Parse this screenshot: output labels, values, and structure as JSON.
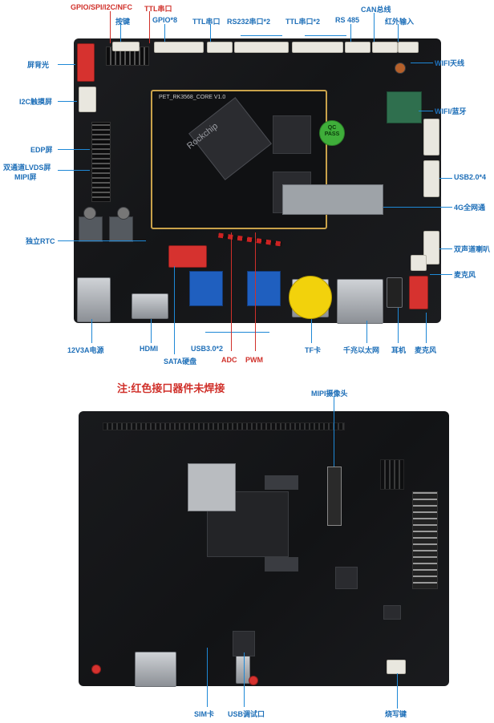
{
  "top_labels_red": {
    "gpio_spi": "GPIO/SPI/I2C/NFC",
    "ttl_top": "TTL串口",
    "adc": "ADC",
    "pwm": "PWM"
  },
  "top_labels": {
    "button": "按键",
    "gpio8": "GPIO*8",
    "ttl": "TTL串口",
    "rs232": "RS232串口*2",
    "ttl2": "TTL串口*2",
    "rs485": "RS 485",
    "can": "CAN总线",
    "ir": "红外输入",
    "backlight": "屏背光",
    "wifi_antenna": "WIFI天线",
    "i2c_touch": "I2C触摸屏",
    "wifi_bt": "WIFI/蓝牙",
    "edp": "EDP屏",
    "lvds": "双通道LVDS屏",
    "mipi_screen": "MIPI屏",
    "usb2": "USB2.0*4",
    "lte": "4G全网通",
    "rtc": "独立RTC",
    "speaker": "双声道喇叭",
    "mic_top": "麦克风",
    "power": "12V3A电源",
    "hdmi": "HDMI",
    "sata": "SATA硬盘",
    "usb3": "USB3.0*2",
    "tf": "TF卡",
    "ethernet": "千兆以太网",
    "earphone": "耳机",
    "mic": "麦克风"
  },
  "board_text": {
    "core_module": "PET_RK3568_CORE V1.0",
    "soc": "Rockchip",
    "qc": "QC PASS"
  },
  "note": "注:红色接口器件未焊接",
  "bottom_labels": {
    "mipi_camera": "MIPI摄像头",
    "sim": "SIM卡",
    "usb_debug": "USB调试口",
    "burn_key": "烧写键"
  },
  "colors": {
    "blue_label": "#1e6fb8",
    "red_label": "#d0302a"
  }
}
